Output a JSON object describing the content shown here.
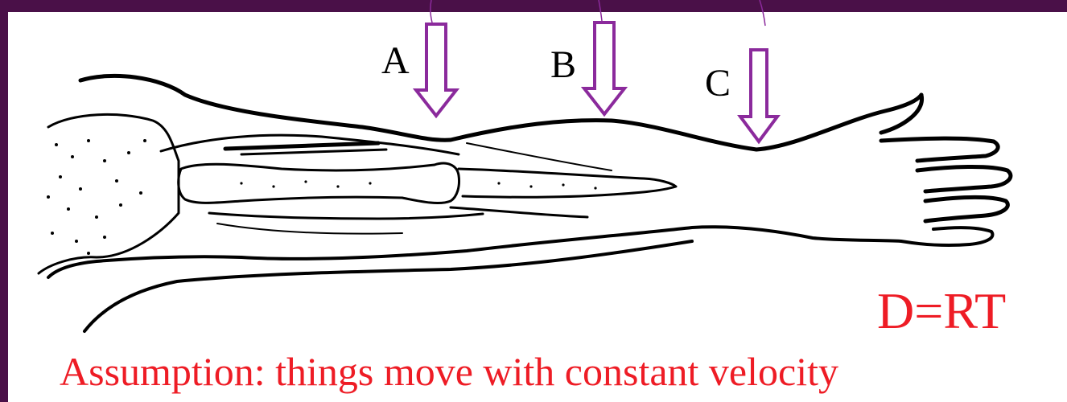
{
  "diagram": {
    "markers": [
      {
        "label": "A"
      },
      {
        "label": "B"
      },
      {
        "label": "C"
      }
    ],
    "formula": "D=RT",
    "assumption": "Assumption: things move with constant velocity",
    "colors": {
      "background": "#4a1048",
      "panel": "#ffffff",
      "arrow": "#8b2a9c",
      "text_accent": "#ee1c25",
      "ink": "#000000"
    },
    "icons": [
      "arm-illustration",
      "down-arrow-icon"
    ]
  }
}
